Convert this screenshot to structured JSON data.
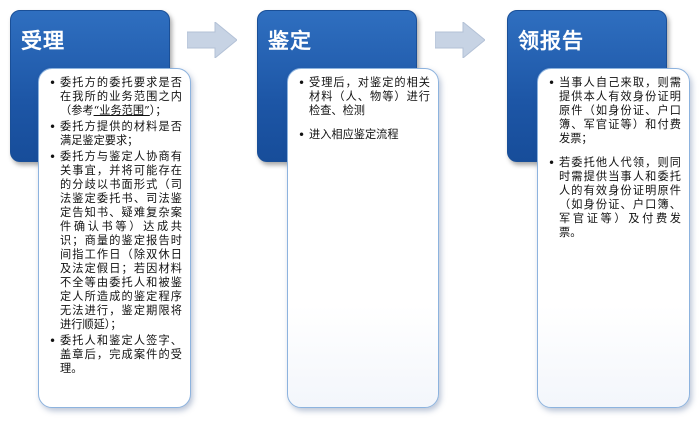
{
  "steps": [
    {
      "title": "受理",
      "items": [
        "委托方的委托要求是否在我所的业务范围之内（参考“业务范围”）；",
        "委托方提供的材料是否满足鉴定要求；",
        "委托方与鉴定人协商有关事宜，并将可能存在的分歧以书面形式（司法鉴定委托书、司法鉴定告知书、疑难复杂案件确认书等）达成共识；商量的鉴定报告时间指工作日（除双休日及法定假日；若因材料不全等由委托人和被鉴定人所造成的鉴定程序无法进行，鉴定期限将进行顺延）；",
        "委托人和鉴定人签字、盖章后，完成案件的受理。"
      ],
      "item1_pre": "委托方的委托要求是否在我所的业务范围之内（参考",
      "item1_link": "“业务范围”",
      "item1_post": "）；"
    },
    {
      "title": "鉴定",
      "items": [
        "受理后，对鉴定的相关材料（人、物等）进行检查、检测",
        "进入相应鉴定流程"
      ]
    },
    {
      "title": "领报告",
      "items": [
        "当事人自己来取，则需提供本人有效身份证明原件（如身份证、户口簿、军官证等）和付费发票；",
        "若委托他人代领，则同时需提供当事人和委托人的有效身份证明原件（如身份证、户口簿、军官证等）及付费发票。"
      ]
    }
  ],
  "colors": {
    "header_blue": "#1d56a6",
    "card_border": "#8db3de",
    "arrow_fill": "#c7d3e4"
  }
}
